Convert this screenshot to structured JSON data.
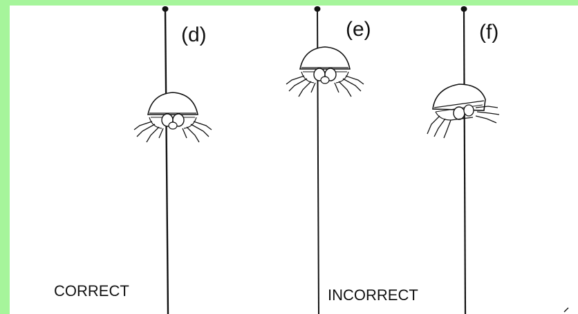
{
  "labels": {
    "d": "(d)",
    "e": "(e)",
    "f": "(f)"
  },
  "captions": {
    "correct": "CORRECT",
    "incorrect": "INCORRECT"
  },
  "colors": {
    "background_border": "#a6f59b",
    "panel": "#ffffff",
    "ink": "#111111"
  }
}
